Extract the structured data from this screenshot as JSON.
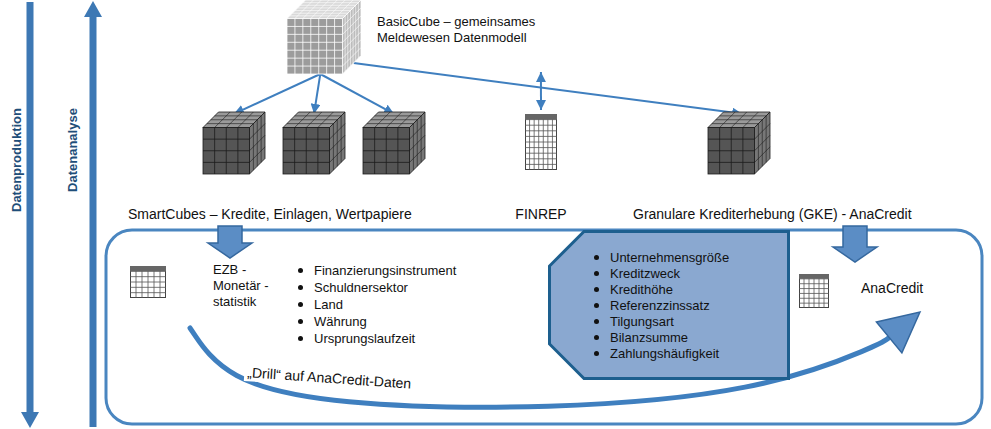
{
  "diagram": {
    "nodes": [
      {
        "text": [
          "BasicCube – gemeinsames Meldewesen Datenmodell"
        ]
      },
      {
        "text": [
          "SmartCubes – Kredite, Einlagen, Wertpapiere"
        ]
      },
      {
        "text": [
          "FINREP"
        ]
      },
      {
        "text": [
          "Granulare Krediterhebung (GKE) - AnaCredit"
        ]
      },
      {
        "text": [
          "EZB - Monetär - statistik"
        ]
      },
      {
        "text": [
          "Unternehmensgröße",
          "Kreditzweck",
          "Kredithöhe",
          "Referenzzinssatz",
          "Tilgungsart",
          "Bilanzsumme",
          "Zahlungshäufigkeit"
        ]
      },
      {
        "text": [
          "AnaCredit"
        ]
      }
    ],
    "edges": [
      {
        "from": 0,
        "to": 1,
        "arrow": "to"
      },
      {
        "from": 0,
        "to": 1,
        "arrow": "to"
      },
      {
        "from": 0,
        "to": 1,
        "arrow": "to"
      },
      {
        "from": 0,
        "to": 2,
        "arrow": "both"
      },
      {
        "from": 0,
        "to": 3,
        "arrow": "to"
      },
      {
        "from": 1,
        "to": 4,
        "arrow": "to"
      },
      {
        "from": 3,
        "to": 6,
        "arrow": "to"
      },
      {
        "from": 4,
        "to": 6,
        "label": "„Drill“ auf AnaCredit-Daten",
        "arrow": "to"
      }
    ],
    "labels": [
      "Datenproduktion",
      "Datenanalyse",
      "Finanzierungsinstrument",
      "Schuldnersektor",
      "Land",
      "Währung",
      "Ursprungslaufzeit"
    ]
  }
}
